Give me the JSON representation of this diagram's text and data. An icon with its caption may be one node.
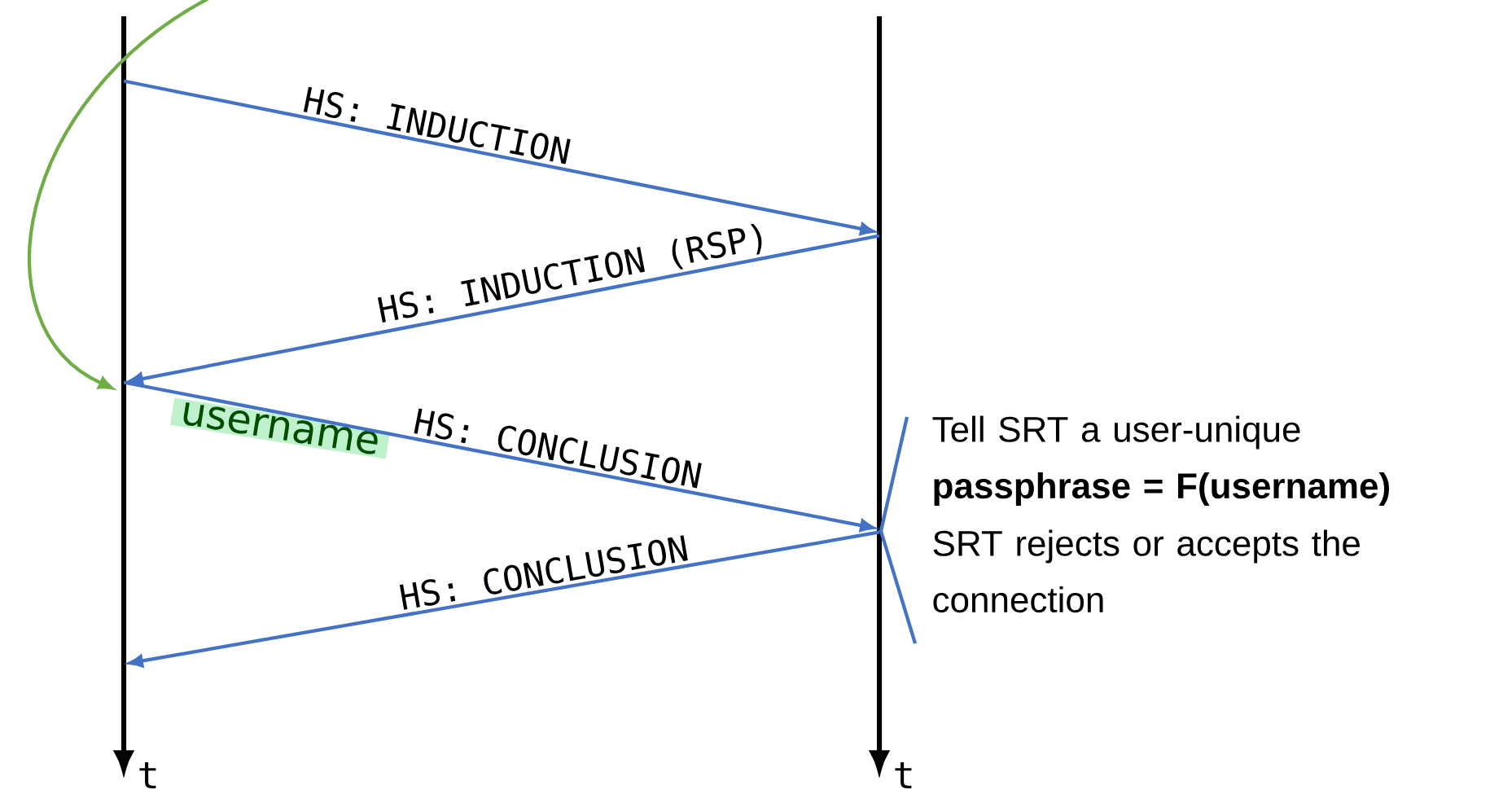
{
  "diagram": {
    "nodes": [
      {
        "text": [],
        "shape": "line",
        "beside": [
          "t"
        ]
      },
      {
        "text": [],
        "shape": "line",
        "beside": [
          "t"
        ]
      },
      {
        "text": [
          "username"
        ]
      }
    ],
    "edges": [
      {
        "from": 0,
        "to": 1,
        "arrow": "to",
        "label": "HS: INDUCTION"
      },
      {
        "from": 1,
        "to": 0,
        "arrow": "to",
        "label": "HS: INDUCTION (RSP)"
      },
      {
        "from": 0,
        "to": 1,
        "arrow": "to",
        "label": "HS: CONCLUSION"
      },
      {
        "from": 1,
        "to": 0,
        "arrow": "to",
        "label": "HS: CONCLUSION"
      },
      {
        "from": null,
        "to": 0,
        "arrow": "to",
        "color": "#70ad47"
      }
    ],
    "labels": [
      "Tell SRT a user-unique **passphrase = F(username)**",
      "SRT rejects or accepts the connection"
    ]
  }
}
